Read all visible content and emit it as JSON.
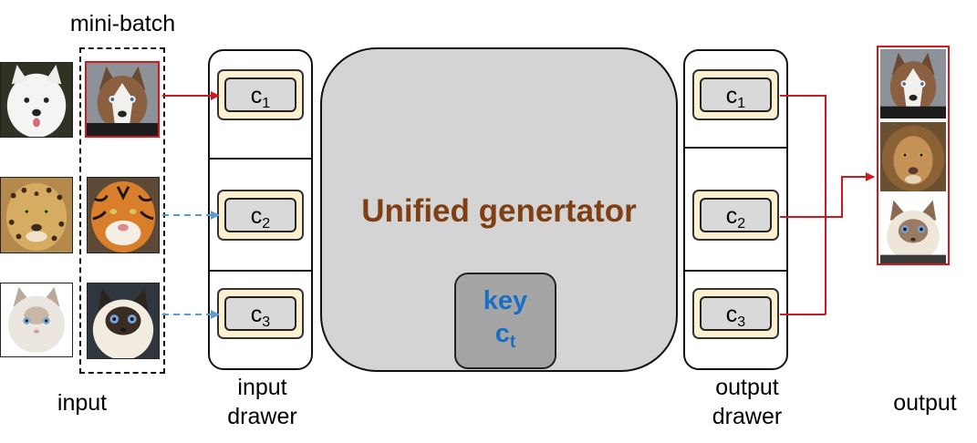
{
  "labels": {
    "mini_batch": "mini-batch",
    "input": "input",
    "input_drawer_line1": "input",
    "input_drawer_line2": "drawer",
    "output_drawer_line1": "output",
    "output_drawer_line2": "drawer",
    "output": "output"
  },
  "input_drawer": {
    "slots": [
      {
        "text": "c",
        "sub": "1"
      },
      {
        "text": "c",
        "sub": "2"
      },
      {
        "text": "c",
        "sub": "3"
      }
    ]
  },
  "output_drawer": {
    "slots": [
      {
        "text": "c",
        "sub": "1"
      },
      {
        "text": "c",
        "sub": "2"
      },
      {
        "text": "c",
        "sub": "3"
      }
    ]
  },
  "generator": {
    "title": "Unified genertator",
    "key_line1": "key",
    "key_line2_text": "c",
    "key_line2_sub": "t"
  },
  "colors": {
    "highlight_red": "#d0181e",
    "dashed_blue": "#5b9bd5",
    "generator_title": "#7f3f12",
    "key_text": "#1a6fc4",
    "slot_fill": "#fdf0cf",
    "generator_fill": "#d4d4d4"
  },
  "images": [
    {
      "name": "white-dog-photo"
    },
    {
      "name": "husky-photo"
    },
    {
      "name": "leopard-photo"
    },
    {
      "name": "tiger-photo"
    },
    {
      "name": "white-cat-photo"
    },
    {
      "name": "himalayan-cat-photo"
    },
    {
      "name": "output-husky-photo"
    },
    {
      "name": "output-lion-photo"
    },
    {
      "name": "output-cat-photo"
    }
  ]
}
